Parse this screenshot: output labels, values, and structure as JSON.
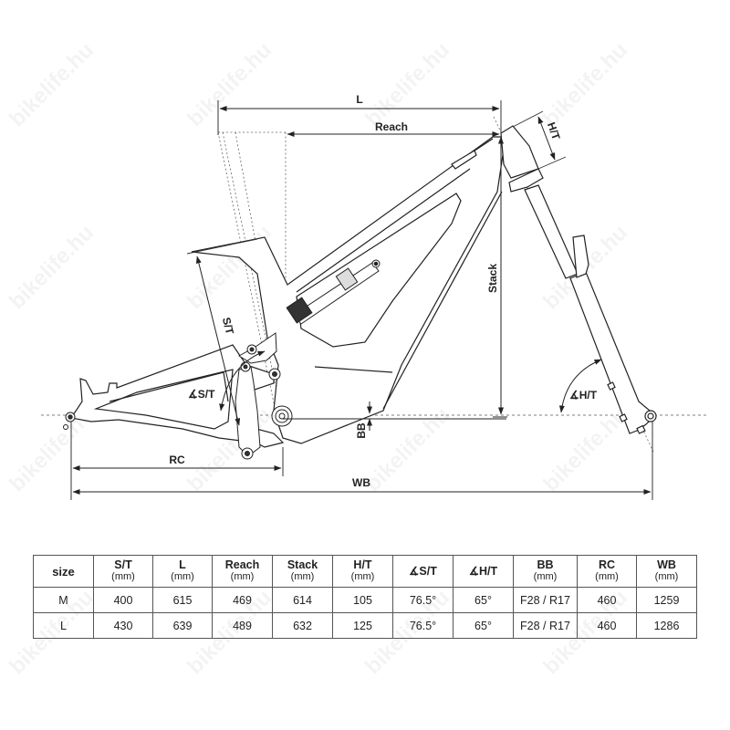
{
  "watermark": "bikelife.hu",
  "diagram": {
    "labels": {
      "L": "L",
      "reach": "Reach",
      "ht": "H/T",
      "stack": "Stack",
      "st": "S/T",
      "st_angle": "∡S/T",
      "ht_angle": "∡H/T",
      "bb": "BB",
      "rc": "RC",
      "wb": "WB"
    }
  },
  "table": {
    "headers": [
      {
        "label": "size",
        "unit": ""
      },
      {
        "label": "S/T",
        "unit": "(mm)"
      },
      {
        "label": "L",
        "unit": "(mm)"
      },
      {
        "label": "Reach",
        "unit": "(mm)"
      },
      {
        "label": "Stack",
        "unit": "(mm)"
      },
      {
        "label": "H/T",
        "unit": "(mm)"
      },
      {
        "label": "∡S/T",
        "unit": ""
      },
      {
        "label": "∡H/T",
        "unit": ""
      },
      {
        "label": "BB",
        "unit": "(mm)"
      },
      {
        "label": "RC",
        "unit": "(mm)"
      },
      {
        "label": "WB",
        "unit": "(mm)"
      }
    ],
    "rows": [
      [
        "M",
        "400",
        "615",
        "469",
        "614",
        "105",
        "76.5°",
        "65°",
        "F28 / R17",
        "460",
        "1259"
      ],
      [
        "L",
        "430",
        "639",
        "489",
        "632",
        "125",
        "76.5°",
        "65°",
        "F28 / R17",
        "460",
        "1286"
      ]
    ]
  },
  "chart_data": {
    "type": "table",
    "title": "Frame geometry",
    "columns": [
      "size",
      "S/T (mm)",
      "L (mm)",
      "Reach (mm)",
      "Stack (mm)",
      "H/T (mm)",
      "∡S/T",
      "∡H/T",
      "BB (mm)",
      "RC (mm)",
      "WB (mm)"
    ],
    "rows": [
      [
        "M",
        400,
        615,
        469,
        614,
        105,
        "76.5°",
        "65°",
        "F28 / R17",
        460,
        1259
      ],
      [
        "L",
        430,
        639,
        489,
        632,
        125,
        "76.5°",
        "65°",
        "F28 / R17",
        460,
        1286
      ]
    ]
  }
}
